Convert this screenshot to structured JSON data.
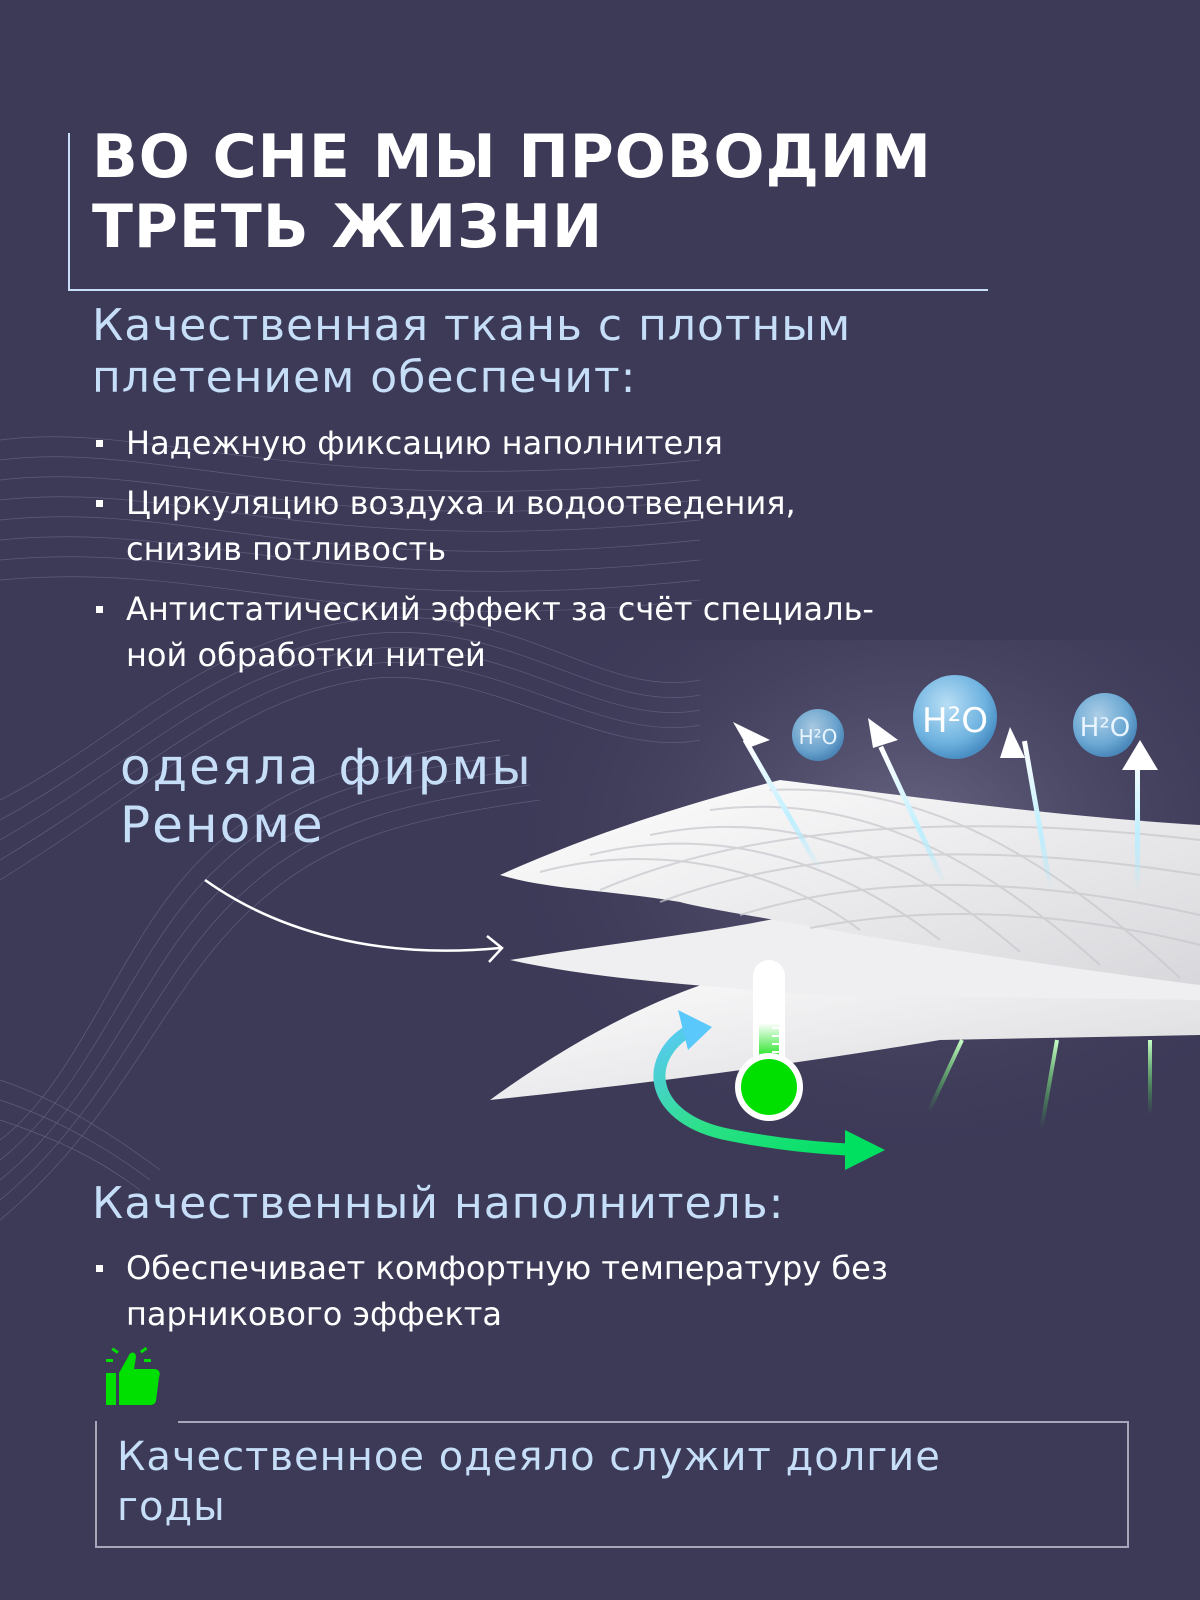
{
  "header": {
    "title_line1": "ВО СНЕ МЫ ПРОВОДИМ",
    "title_line2": "ТРЕТЬ ЖИЗНИ"
  },
  "fabric_section": {
    "heading_line1": "Качественная ткань с плотным",
    "heading_line2": "плетением обеспечит:",
    "bullets": [
      {
        "line1": "Надежную фиксацию наполнителя",
        "line2": ""
      },
      {
        "line1": "Циркуляцию воздуха и водоотведения,",
        "line2": "снизив потливость"
      },
      {
        "line1": "Антистатический эффект за счёт специаль-",
        "line2": "ной обработки нитей"
      }
    ]
  },
  "brand_callout": {
    "line1": "одеяла фирмы",
    "line2": "Реноме"
  },
  "illustration": {
    "bubbles": [
      {
        "label": "H²O",
        "size": "small"
      },
      {
        "label": "H²O",
        "size": "large"
      },
      {
        "label": "H²O",
        "size": "medium"
      }
    ],
    "icons": [
      "thermometer-icon",
      "airflow-arrow-icon",
      "moisture-arrow-icon"
    ],
    "colors": {
      "green": "#00e000",
      "blue_arrow": "#5ac8fa",
      "bubble": "#7ab8e0"
    }
  },
  "filler_section": {
    "heading": "Качественный наполнитель:",
    "bullets": [
      {
        "line1": "Обеспечивает комфортную температуру без",
        "line2": "парникового эффекта"
      }
    ]
  },
  "footer_box": {
    "icon": "thumbs-up-icon",
    "text_line1": "Качественное одеяло служит долгие",
    "text_line2": "годы"
  },
  "colors": {
    "background": "#3c3a57",
    "accent_text": "#c6def8",
    "white": "#ffffff",
    "frame_gray": "#a8a6b8"
  }
}
